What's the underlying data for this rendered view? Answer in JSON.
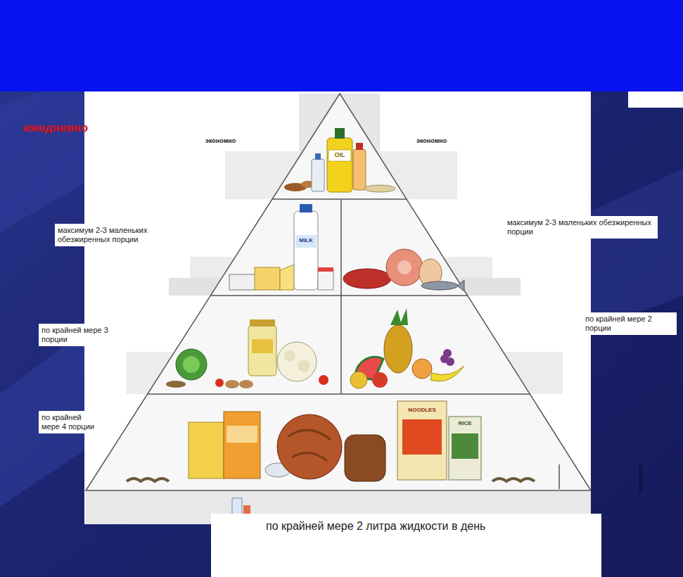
{
  "diagram": {
    "nodes": [
      {
        "text": [
          "максимум 2-3 маленьких обезжиренных порции"
        ]
      },
      {
        "text": [
          "максимум 2-3 маленьких обезжиренных порции"
        ]
      },
      {
        "text": [
          "по крайней мере 3 порции"
        ]
      },
      {
        "text": [
          "по крайней мере 2 порции"
        ]
      },
      {
        "text": [
          "по крайней мере 4 порции"
        ]
      },
      {
        "text": [
          "по крайней мере 2 литра жидкости в день"
        ]
      }
    ],
    "labels": [
      "ежедневно",
      "экономно",
      "экономно",
      "OIL",
      "MILK",
      "NOODLES",
      "RICE"
    ]
  }
}
